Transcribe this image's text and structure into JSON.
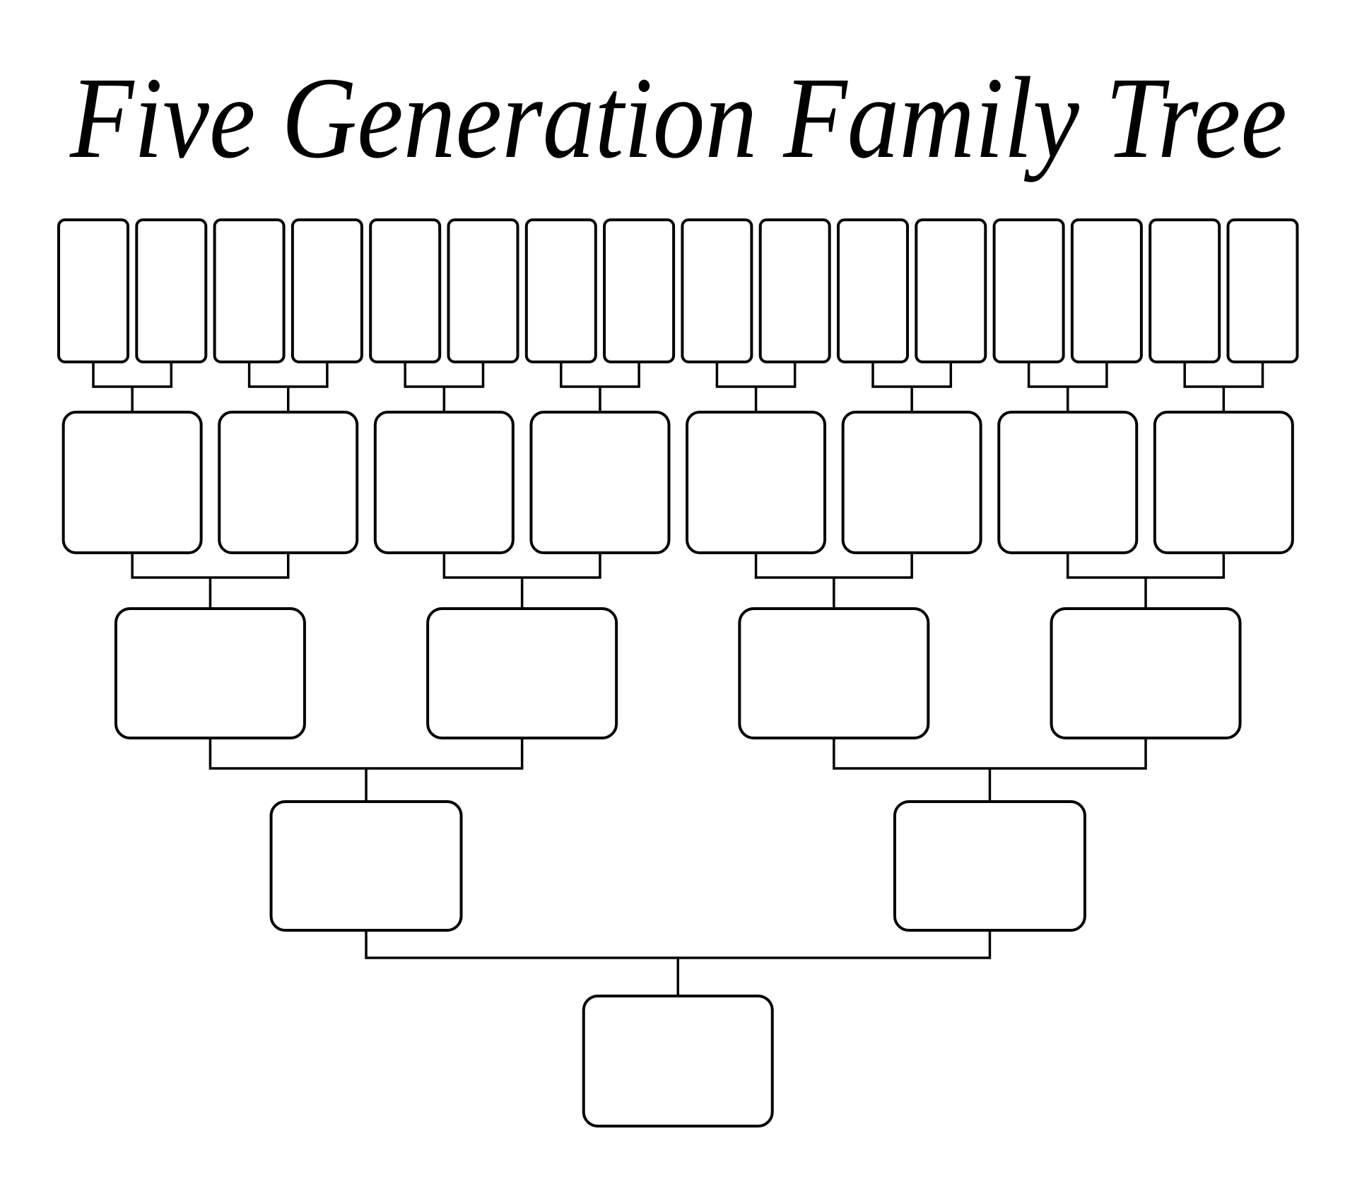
{
  "page": {
    "title": "Five Generation Family Tree",
    "background_color": "#ffffff",
    "line_color": "#000000",
    "box_fill_color": "#ffffff"
  },
  "tree": {
    "generation_count": 5,
    "generations": [
      {
        "level": 5,
        "position": "top-row",
        "box_count": 16,
        "box_text": ""
      },
      {
        "level": 4,
        "position": "second-row",
        "box_count": 8,
        "box_text": ""
      },
      {
        "level": 3,
        "position": "third-row",
        "box_count": 4,
        "box_text": ""
      },
      {
        "level": 2,
        "position": "fourth-row",
        "box_count": 2,
        "box_text": ""
      },
      {
        "level": 1,
        "position": "bottom-row",
        "box_count": 1,
        "box_text": ""
      }
    ],
    "total_boxes": 31,
    "boxes_all_blank": true,
    "connector_style": "right-angle lines joining each parent pair to one child box below"
  }
}
